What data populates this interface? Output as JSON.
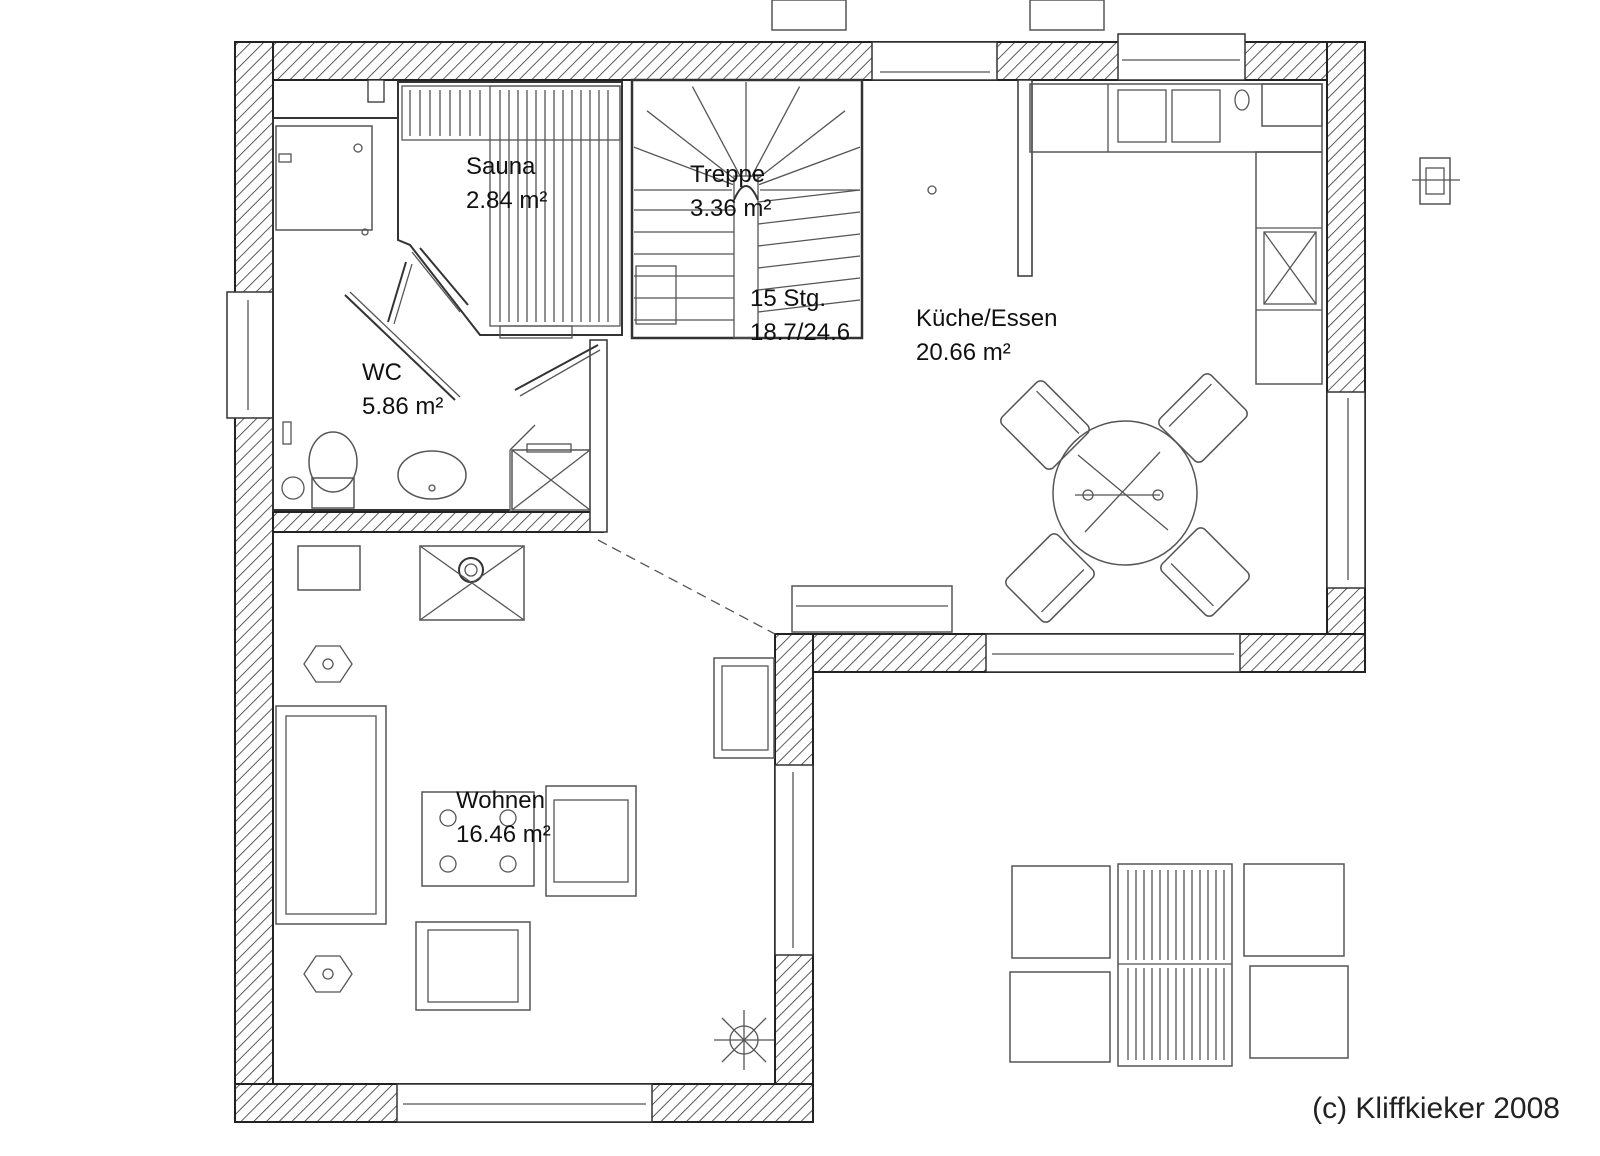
{
  "rooms": [
    {
      "name": "Sauna",
      "area": "2.84 m²"
    },
    {
      "name": "Treppe",
      "area": "3.36 m²"
    },
    {
      "name": "WC",
      "area": "5.86 m²"
    },
    {
      "name": "Küche/Essen",
      "area": "20.66 m²"
    },
    {
      "name": "Wohnen",
      "area": "16.46 m²"
    }
  ],
  "stairs": {
    "steps": "15 Stg.",
    "ratio": "18.7/24.6"
  },
  "copyright": "(c) Kliffkieker 2008"
}
